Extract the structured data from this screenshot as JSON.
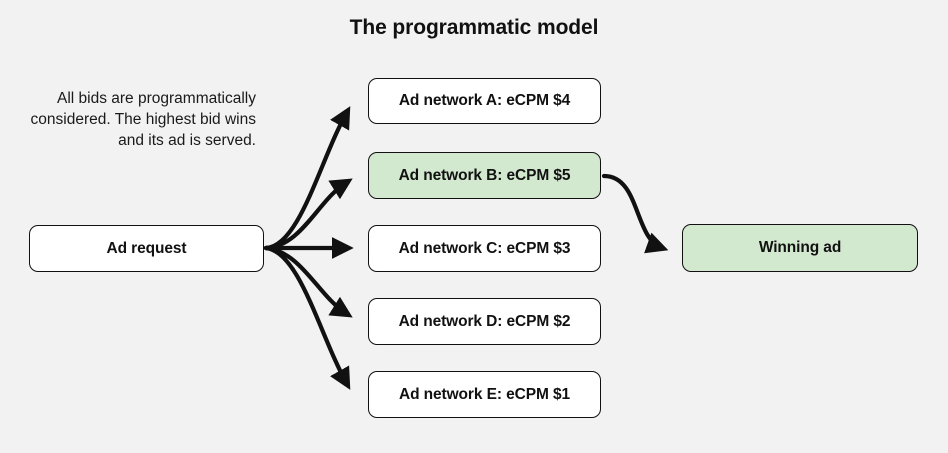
{
  "title": "The programmatic model",
  "caption": "All bids are programmatically considered. The highest bid wins and its ad is served.",
  "colors": {
    "background": "#f2f2f2",
    "node_fill": "#ffffff",
    "highlight_fill": "#d3e9cf",
    "stroke": "#111111",
    "text": "#111111"
  },
  "nodes": {
    "source": {
      "label": "Ad request",
      "highlight": false
    },
    "networks": [
      {
        "label": "Ad network A: eCPM $4",
        "highlight": false
      },
      {
        "label": "Ad network B: eCPM $5",
        "highlight": true
      },
      {
        "label": "Ad network C: eCPM $3",
        "highlight": false
      },
      {
        "label": "Ad network D: eCPM $2",
        "highlight": false
      },
      {
        "label": "Ad network E: eCPM $1",
        "highlight": false
      }
    ],
    "result": {
      "label": "Winning ad",
      "highlight": true
    }
  },
  "edges": [
    {
      "from": "Ad request",
      "to": "Ad network A: eCPM $4",
      "style": "curved-arrow"
    },
    {
      "from": "Ad request",
      "to": "Ad network B: eCPM $5",
      "style": "curved-arrow"
    },
    {
      "from": "Ad request",
      "to": "Ad network C: eCPM $3",
      "style": "straight-arrow"
    },
    {
      "from": "Ad request",
      "to": "Ad network D: eCPM $2",
      "style": "curved-arrow"
    },
    {
      "from": "Ad request",
      "to": "Ad network E: eCPM $1",
      "style": "curved-arrow"
    },
    {
      "from": "Ad network B: eCPM $5",
      "to": "Winning ad",
      "style": "curved-arrow"
    }
  ]
}
